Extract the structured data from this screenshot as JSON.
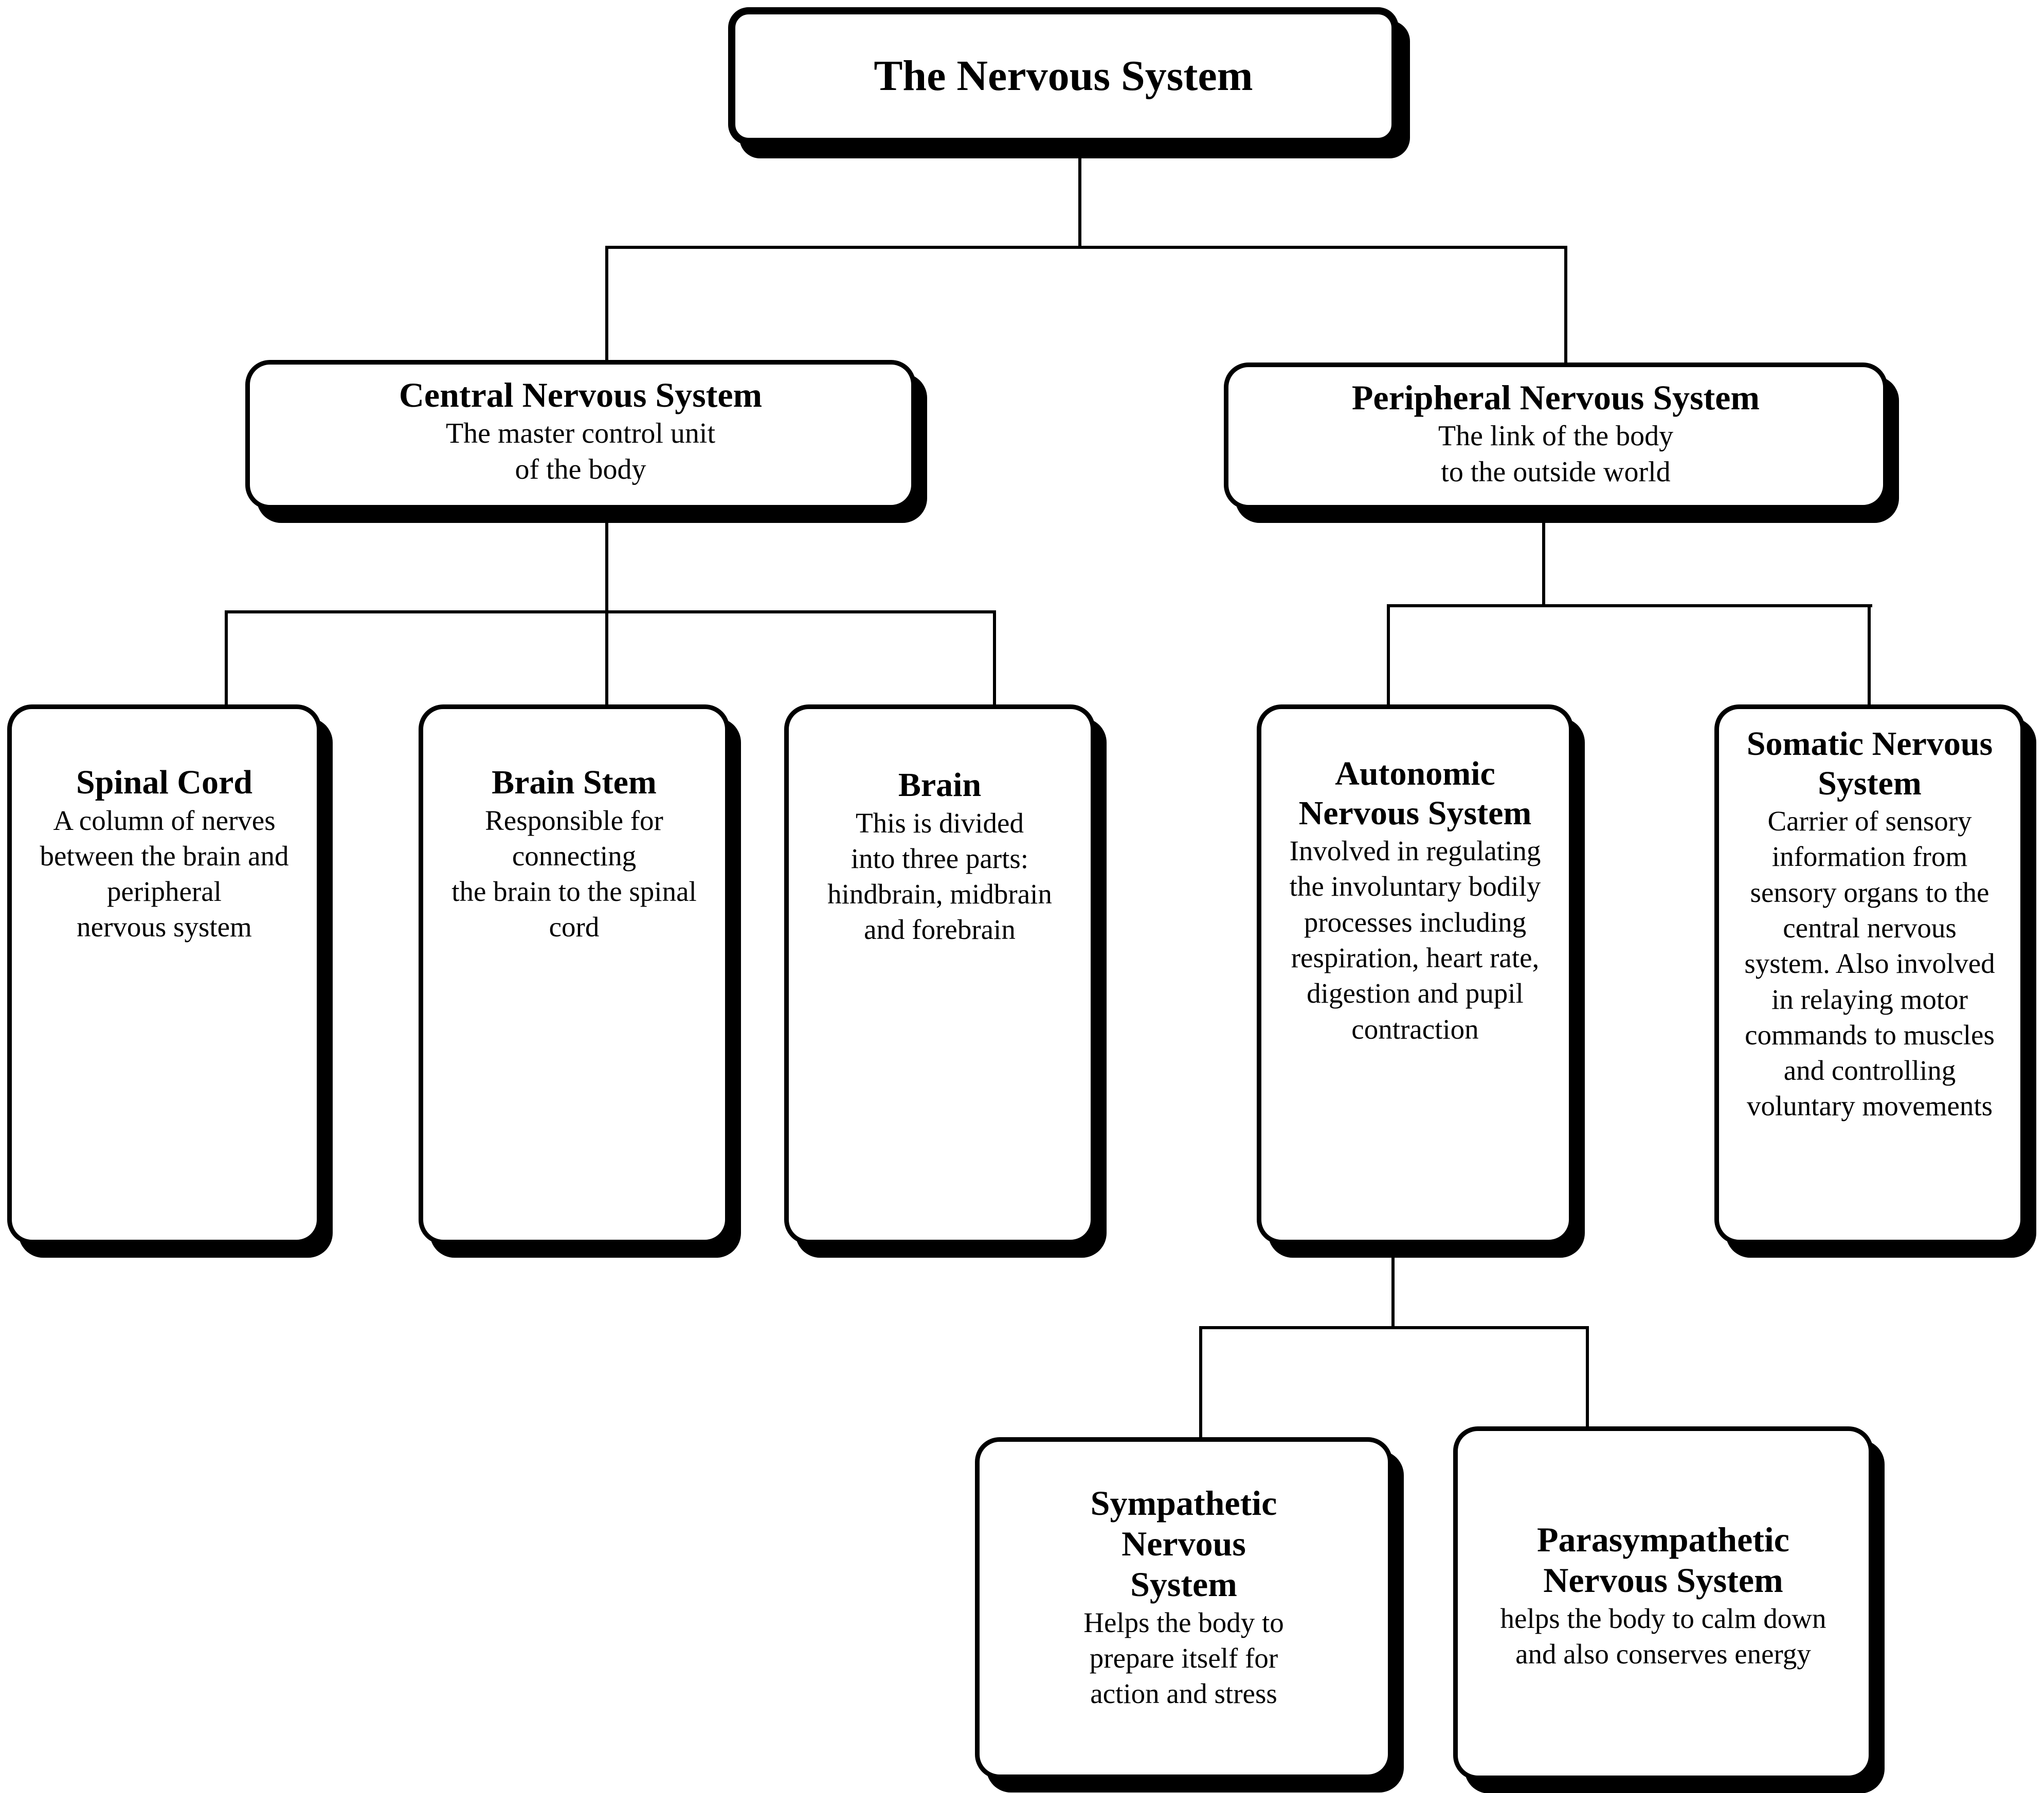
{
  "page": {
    "background": "#ffffff"
  },
  "diagram": {
    "type": "tree",
    "nodes": {
      "root": {
        "title": "The Nervous System"
      },
      "cns": {
        "title": "Central Nervous System",
        "desc": "The master control unit\nof the body"
      },
      "pns": {
        "title": "Peripheral Nervous System",
        "desc": "The link of the body\nto the outside world"
      },
      "spinal_cord": {
        "title": "Spinal Cord",
        "desc": "A column of nerves\nbetween the brain and\nperipheral\nnervous system"
      },
      "brain_stem": {
        "title": "Brain Stem",
        "desc": "Responsible for\nconnecting\nthe brain to the spinal\ncord"
      },
      "brain": {
        "title": "Brain",
        "desc": "This is divided\ninto three parts:\nhindbrain, midbrain\nand forebrain"
      },
      "autonomic": {
        "title": "Autonomic\nNervous System",
        "desc": "Involved in regulating\nthe involuntary bodily\nprocesses including\nrespiration, heart rate,\ndigestion and pupil\ncontraction"
      },
      "somatic": {
        "title": "Somatic Nervous\nSystem",
        "desc": "Carrier of sensory\ninformation from\nsensory organs to the\ncentral nervous\nsystem. Also involved\nin relaying motor\ncommands to muscles\nand controlling\nvoluntary movements"
      },
      "sympathetic": {
        "title": "Sympathetic\nNervous\nSystem",
        "desc": "Helps the body to\nprepare itself for\naction and stress"
      },
      "parasympathetic": {
        "title": "Parasympathetic\nNervous System",
        "desc": "helps the body to calm down\nand also conserves energy"
      }
    },
    "edges": [
      {
        "from": "root",
        "to": "cns"
      },
      {
        "from": "root",
        "to": "pns"
      },
      {
        "from": "cns",
        "to": "spinal_cord"
      },
      {
        "from": "cns",
        "to": "brain_stem"
      },
      {
        "from": "cns",
        "to": "brain"
      },
      {
        "from": "pns",
        "to": "autonomic"
      },
      {
        "from": "pns",
        "to": "somatic"
      },
      {
        "from": "autonomic",
        "to": "sympathetic"
      },
      {
        "from": "autonomic",
        "to": "parasympathetic"
      }
    ],
    "colors": {
      "box_fill": "#ffffff",
      "box_border": "#000000",
      "box_shadow": "#000000",
      "text": "#000000",
      "connector": "#000000"
    }
  }
}
